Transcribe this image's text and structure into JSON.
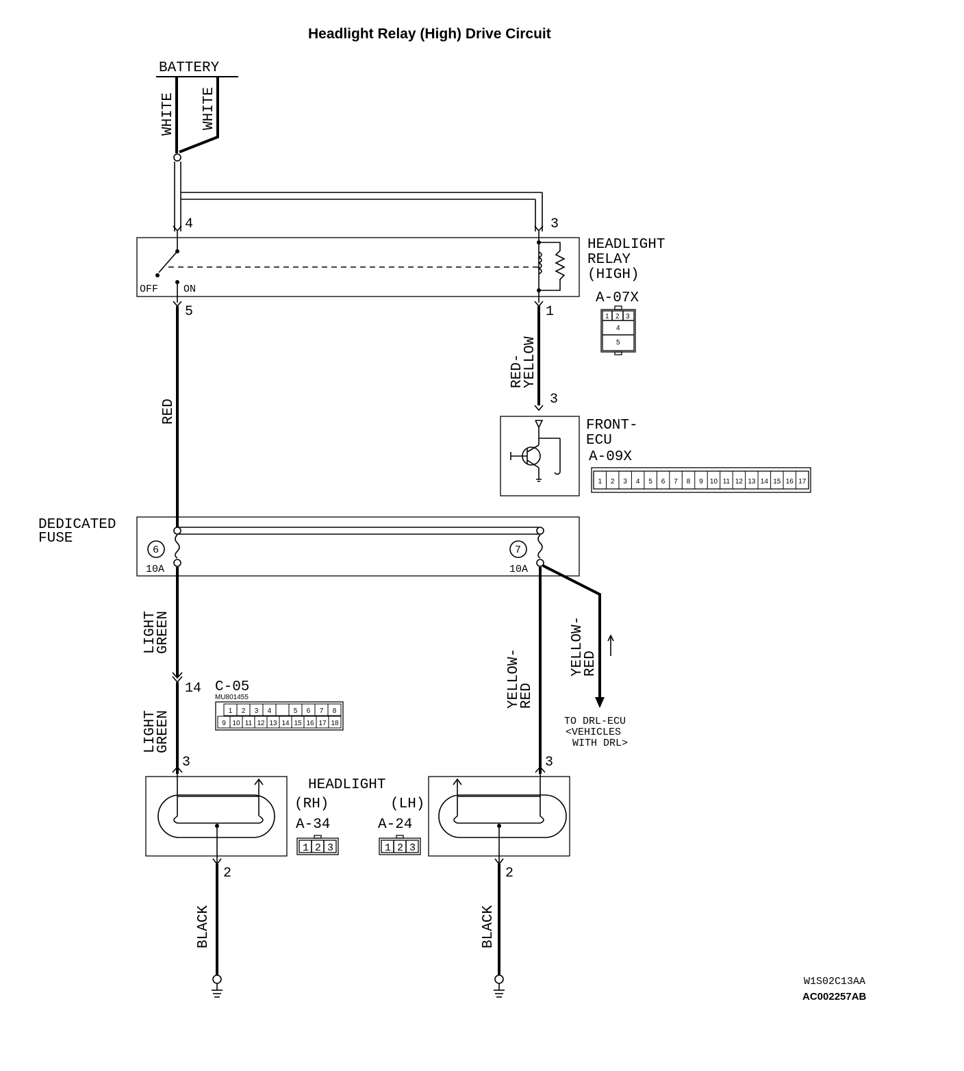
{
  "title": "Headlight Relay (High) Drive Circuit",
  "battery": "BATTERY",
  "wire_white_left": "WHITE",
  "wire_white_right": "WHITE",
  "relay": {
    "name_line1": "HEADLIGHT",
    "name_line2": "RELAY",
    "name_line3": "(HIGH)",
    "connector": "A-07X",
    "pin_4": "4",
    "pin_3": "3",
    "pin_5": "5",
    "pin_1": "1",
    "switch_off": "OFF",
    "switch_on": "ON",
    "connector_cells_top": [
      "1",
      "2",
      "3"
    ],
    "connector_cells_mid": "4",
    "connector_cells_bot": "5"
  },
  "wire_red": "RED",
  "wire_red_yellow_1": "RED-",
  "wire_red_yellow_2": "YELLOW",
  "ecu": {
    "name_line1": "FRONT-",
    "name_line2": "ECU",
    "connector": "A-09X",
    "pin_3": "3",
    "cells": [
      "1",
      "2",
      "3",
      "4",
      "5",
      "6",
      "7",
      "8",
      "9",
      "10",
      "11",
      "12",
      "13",
      "14",
      "15",
      "16",
      "17"
    ]
  },
  "fuse": {
    "name_line1": "DEDICATED",
    "name_line2": "FUSE",
    "fuse6_num": "6",
    "fuse6_rating": "10A",
    "fuse7_num": "7",
    "fuse7_rating": "10A"
  },
  "wire_light_green_top_1": "LIGHT",
  "wire_light_green_top_2": "GREEN",
  "wire_light_green_bot_1": "LIGHT",
  "wire_light_green_bot_2": "GREEN",
  "wire_yellow_red_1": "YELLOW-",
  "wire_yellow_red_2": "RED",
  "wire_yellow_red_drl_1": "YELLOW-",
  "wire_yellow_red_drl_2": "RED",
  "c05": {
    "name": "C-05",
    "part": "MU801455",
    "pin_14": "14",
    "row1": [
      "1",
      "2",
      "3",
      "4",
      "",
      "5",
      "6",
      "7",
      "8"
    ],
    "row2": [
      "9",
      "10",
      "11",
      "12",
      "13",
      "14",
      "15",
      "16",
      "17",
      "18"
    ]
  },
  "drl": {
    "line1": "TO DRL-ECU",
    "line2": "<VEHICLES",
    "line3": "WITH DRL>"
  },
  "headlight": {
    "name": "HEADLIGHT",
    "rh": "(RH)",
    "lh": "(LH)",
    "rh_connector": "A-34",
    "lh_connector": "A-24",
    "rh_pin_3": "3",
    "lh_pin_3": "3",
    "rh_pin_2": "2",
    "lh_pin_2": "2",
    "connector_cells": [
      "1",
      "2",
      "3"
    ]
  },
  "wire_black_rh": "BLACK",
  "wire_black_lh": "BLACK",
  "code_1": "W1S02C13AA",
  "code_2": "AC002257AB"
}
